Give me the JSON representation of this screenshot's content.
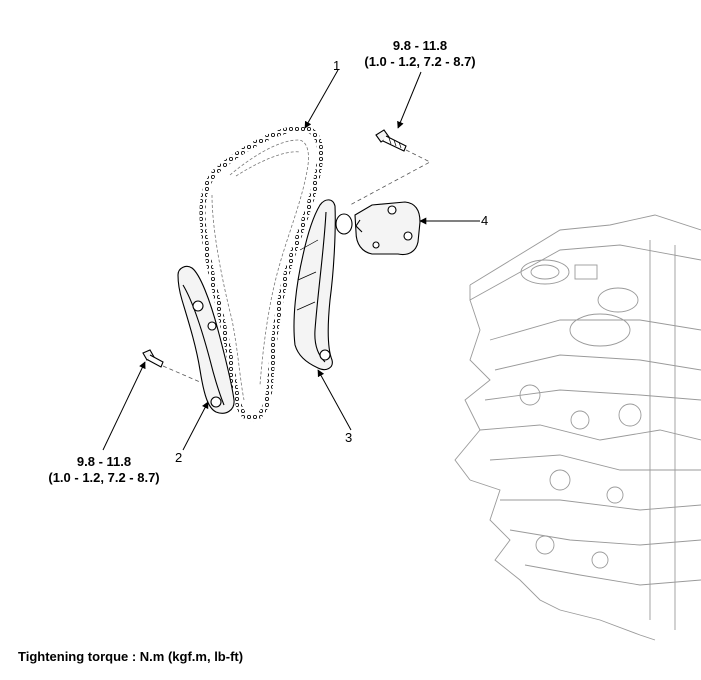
{
  "callouts": [
    "1",
    "2",
    "3",
    "4"
  ],
  "torque_top": {
    "line1": "9.8 - 11.8",
    "line2": "(1.0 - 1.2, 7.2 - 8.7)"
  },
  "torque_left": {
    "line1": "9.8 - 11.8",
    "line2": "(1.0 - 1.2, 7.2 - 8.7)"
  },
  "footer": "Tightening torque : N.m (kgf.m, lb-ft)"
}
